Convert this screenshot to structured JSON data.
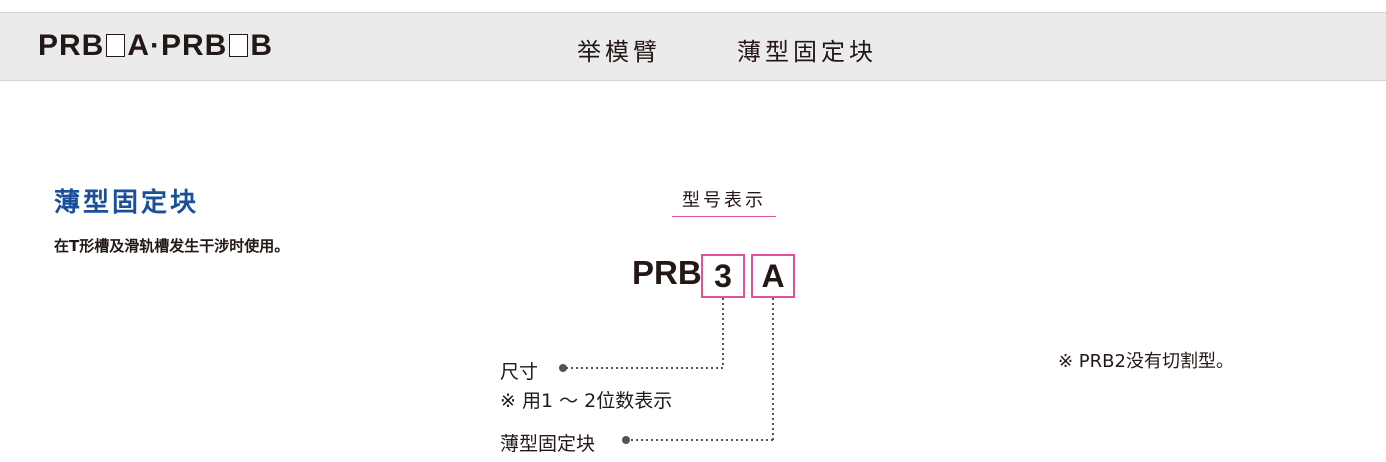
{
  "header": {
    "code_part1": "PRB",
    "code_part2": "A·PRB",
    "code_part3": "B",
    "category": "举模臂",
    "subcategory": "薄型固定块"
  },
  "section": {
    "title": "薄型固定块",
    "description": "在T形槽及滑轨槽发生干涉时使用。"
  },
  "model": {
    "label": "型号表示",
    "prefix": "PRB",
    "size_value": "3",
    "type_value": "A",
    "size_label": "尺寸",
    "size_note": "※ 用1 ～ 2位数表示",
    "type_label": "薄型固定块"
  },
  "note": "※ PRB2没有切割型。",
  "colors": {
    "accent": "#e0539a",
    "title_blue": "#1a4f9c",
    "header_bg": "#ebebec"
  }
}
